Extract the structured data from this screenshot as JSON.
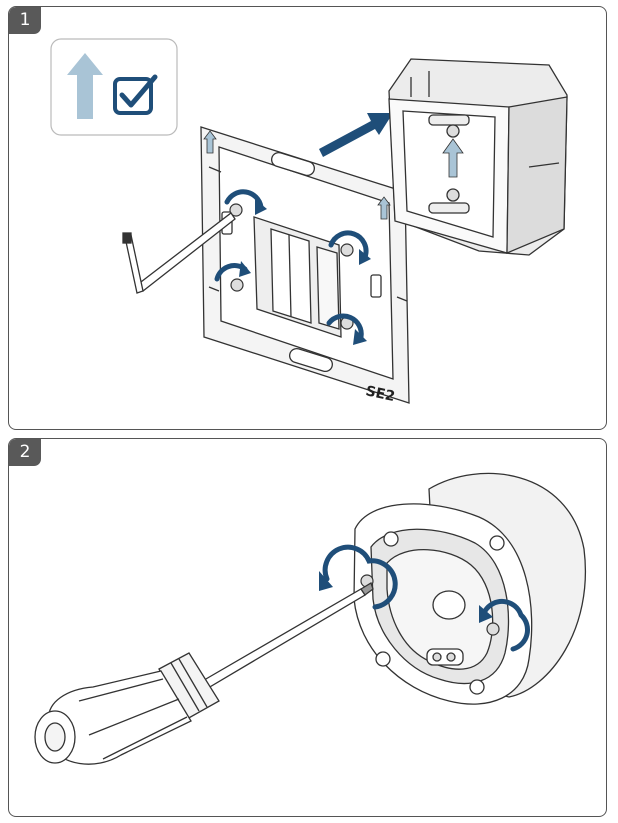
{
  "steps": [
    {
      "number": "1",
      "mark": "SE2"
    },
    {
      "number": "2"
    }
  ],
  "icons": {
    "up-arrow": "up-arrow-icon",
    "checkbox": "checkbox-checked-icon",
    "arrow": "arrow-icon",
    "rotate": "rotate-arrow-icon",
    "screw": "screw-icon",
    "hex-key": "hex-key-icon",
    "screwdriver": "screwdriver-icon"
  },
  "colors": {
    "arrow_blue": "#1f4e79",
    "light_blue": "#a9c4d6",
    "outline": "#333333",
    "panel_border": "#555555",
    "badge": "#595959"
  }
}
